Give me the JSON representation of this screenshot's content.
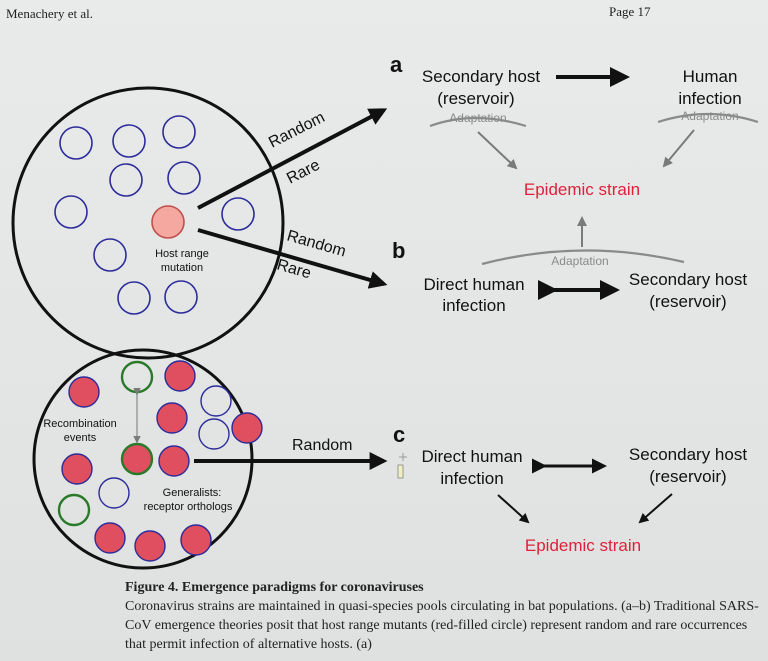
{
  "header": {
    "left": "Menachery et al.",
    "right": "Page 17"
  },
  "panels": {
    "a": {
      "letter": "a",
      "secondary_host": [
        "Secondary host",
        "(reservoir)"
      ],
      "human_infection": [
        "Human",
        "infection"
      ],
      "adaptation": "Adaptation",
      "epidemic": "Epidemic strain"
    },
    "b": {
      "letter": "b",
      "direct_human": [
        "Direct human",
        "infection"
      ],
      "secondary_host": [
        "Secondary host",
        "(reservoir)"
      ],
      "adaptation": "Adaptation"
    },
    "c": {
      "letter": "c",
      "direct_human": [
        "Direct human",
        "infection"
      ],
      "secondary_host": [
        "Secondary host",
        "(reservoir)"
      ],
      "epidemic": "Epidemic strain"
    }
  },
  "pool_top": {
    "mutation_label": [
      "Host range",
      "mutation"
    ],
    "arrow_upper": [
      "Random",
      "Rare"
    ],
    "arrow_lower": [
      "Random",
      "Rare"
    ]
  },
  "pool_bottom": {
    "recombination_label": [
      "Recombination",
      "events"
    ],
    "generalists_label": [
      "Generalists:",
      "receptor orthologs"
    ],
    "arrow": "Random"
  },
  "colors": {
    "virus_blue": "#2c2c9a",
    "mutant_fill": "#f4a8a0",
    "generalist_fill": "#df4f5f",
    "recombinant_green": "#2a7a2a",
    "epidemic_red": "#e0203a",
    "adaptation_gray": "#8a8a8a"
  },
  "caption": {
    "title": "Figure 4. Emergence paradigms for coronaviruses",
    "body": "Coronavirus strains are maintained in quasi-species pools circulating in bat populations. (a–b) Traditional SARS-CoV emergence theories posit that host range mutants (red-filled circle) represent random and rare occurrences that permit infection of alternative hosts. (a)"
  }
}
